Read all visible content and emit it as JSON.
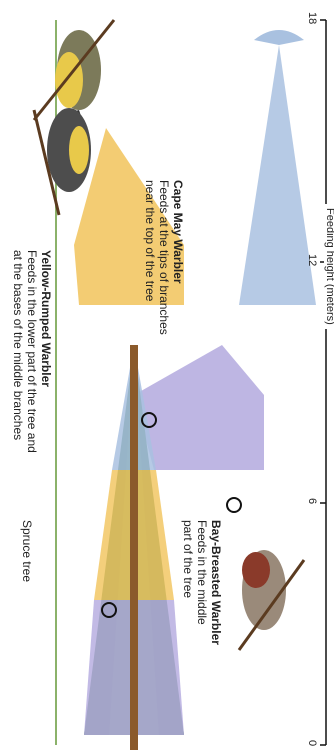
{
  "axis": {
    "title": "Feeding height (meters)",
    "ticks": [
      "0",
      "6",
      "12",
      "18"
    ],
    "range": [
      0,
      18
    ]
  },
  "tree_label": "Spruce tree",
  "birds": [
    {
      "name": "Cape May Warbler",
      "description_line1": "Feeds at the tips of branches",
      "description_line2": "near the top of the tree",
      "color": "#a9c1e0"
    },
    {
      "name": "Yellow-Rumped Warbler",
      "description_line1": "Feeds in the lower part of the tree and",
      "description_line2": "at the bases of the middle branches",
      "color": "#b7aee0"
    },
    {
      "name": "Bay-Breasted Warbler",
      "description_line1": "Feeds in the middle",
      "description_line2": "part of the tree",
      "color": "#f2c764"
    }
  ],
  "colors": {
    "cape_may_zone": "#a9c1e0",
    "yellow_rumped_zone": "#b7aee0",
    "bay_breasted_zone": "#f2c764",
    "spruce_green": "#2f6b3c",
    "trunk": "#8b5a2b"
  }
}
